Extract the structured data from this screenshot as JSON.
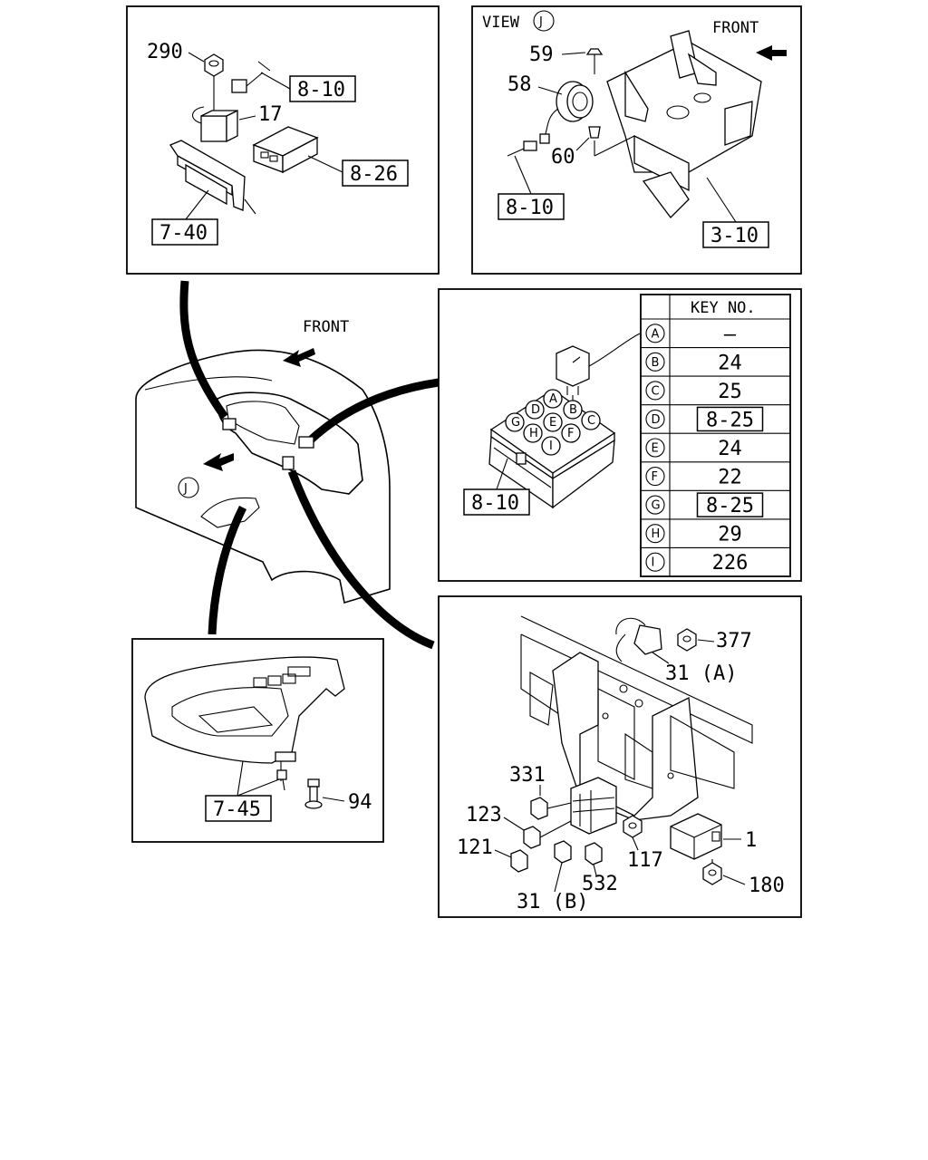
{
  "panel_top_left": {
    "callouts": {
      "nut": "290",
      "relay": "17"
    },
    "refs": {
      "harness": "8-10",
      "module": "8-26",
      "bracket": "7-40"
    }
  },
  "panel_top_right": {
    "view_label": "VIEW",
    "view_letter": "J",
    "front_label": "FRONT",
    "callouts": {
      "screw": "59",
      "buzzer": "58",
      "clip": "60"
    },
    "refs": {
      "harness": "8-10",
      "frame": "3-10"
    }
  },
  "panel_center": {
    "front_label": "FRONT",
    "view_letter": "J"
  },
  "panel_relay_box": {
    "ref": "8-10",
    "key_header": "KEY NO.",
    "rows": [
      {
        "letter": "A",
        "value": "—",
        "boxed": false
      },
      {
        "letter": "B",
        "value": "24",
        "boxed": false
      },
      {
        "letter": "C",
        "value": "25",
        "boxed": false
      },
      {
        "letter": "D",
        "value": "8-25",
        "boxed": true
      },
      {
        "letter": "E",
        "value": "24",
        "boxed": false
      },
      {
        "letter": "F",
        "value": "22",
        "boxed": false
      },
      {
        "letter": "G",
        "value": "8-25",
        "boxed": true
      },
      {
        "letter": "H",
        "value": "29",
        "boxed": false
      },
      {
        "letter": "I",
        "value": "226",
        "boxed": false
      }
    ],
    "socket_letters": [
      "A",
      "B",
      "C",
      "D",
      "E",
      "F",
      "G",
      "H",
      "I"
    ]
  },
  "panel_bottom_left": {
    "callouts": {
      "bolt": "94"
    },
    "refs": {
      "panel": "7-45"
    }
  },
  "panel_bottom_right": {
    "callouts": {
      "nut_top": "377",
      "harness_a": "31 (A)",
      "relay_331": "331",
      "relay_123": "123",
      "relay_121": "121",
      "harness_b": "31 (B)",
      "relay_532": "532",
      "nut_117": "117",
      "relay_1": "1",
      "nut_180": "180"
    }
  }
}
